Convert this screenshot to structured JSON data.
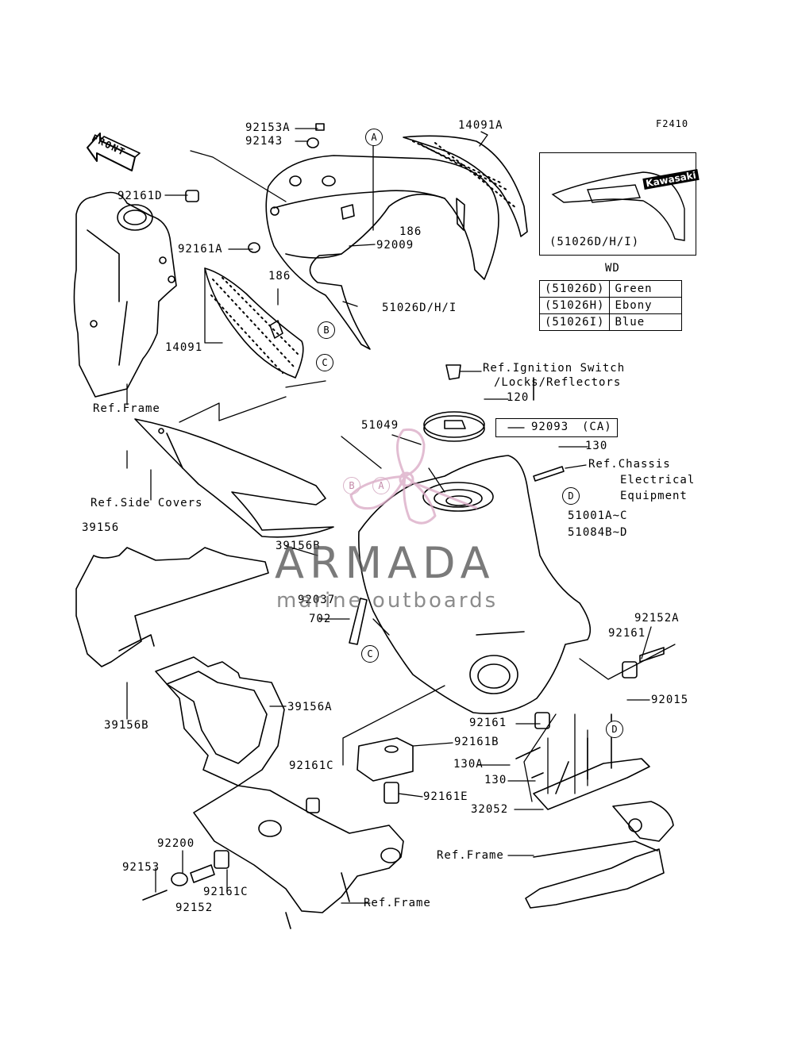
{
  "figure_id": "F2410",
  "front_label": "FRONT",
  "inset": {
    "caption": "(51026D/H/I)",
    "decal_text": "Kawasaki"
  },
  "wd_table": {
    "title": "WD",
    "rows": [
      {
        "code": "(51026D)",
        "color": "Green"
      },
      {
        "code": "(51026H)",
        "color": "Ebony"
      },
      {
        "code": "(51026I)",
        "color": "Blue"
      }
    ]
  },
  "callouts": {
    "p92153A": "92153A",
    "p92143": "92143",
    "p14091A": "14091A",
    "p92161D": "92161D",
    "p92161A_top": "92161A",
    "p186_a": "186",
    "p92009": "92009",
    "p186_b": "186",
    "p51026DHI": "51026D/H/I",
    "p14091": "14091",
    "ref_frame_1": "Ref.Frame",
    "ref_ignition_1": "Ref.Ignition Switch",
    "ref_ignition_2": "/Locks/Reflectors",
    "p120": "120",
    "p51049": "51049",
    "p92093": "92093",
    "p92093_note": "(CA)",
    "p130_a": "130",
    "ref_chassis_1": "Ref.Chassis",
    "ref_chassis_2": "Electrical",
    "ref_chassis_3": "Equipment",
    "ref_side_covers": "Ref.Side Covers",
    "p51001": "51001A~C",
    "p51084": "51084B~D",
    "p39156": "39156",
    "p39156B_a": "39156B",
    "p92037": "92037",
    "p702": "702",
    "p92152A": "92152A",
    "p92161_a": "92161",
    "p92015": "92015",
    "p39156B_b": "39156B",
    "p39156A": "39156A",
    "p92161_b": "92161",
    "p92161B": "92161B",
    "p92161C_a": "92161C",
    "p130A": "130A",
    "p130_b": "130",
    "p92161E": "92161E",
    "p32052": "32052",
    "p92200": "92200",
    "ref_frame_2": "Ref.Frame",
    "p92153": "92153",
    "p92161C_b": "92161C",
    "p92152": "92152",
    "ref_frame_3": "Ref.Frame"
  },
  "circle_refs": {
    "A_top": "A",
    "B_mid": "B",
    "C_mid": "C",
    "D_right": "D",
    "B_tank": "B",
    "A_tank": "A",
    "C_low": "C",
    "D_low": "D"
  },
  "watermark": {
    "brand": "ARMADA",
    "tagline": "marine outboards",
    "accent": "#d9a8c4"
  }
}
